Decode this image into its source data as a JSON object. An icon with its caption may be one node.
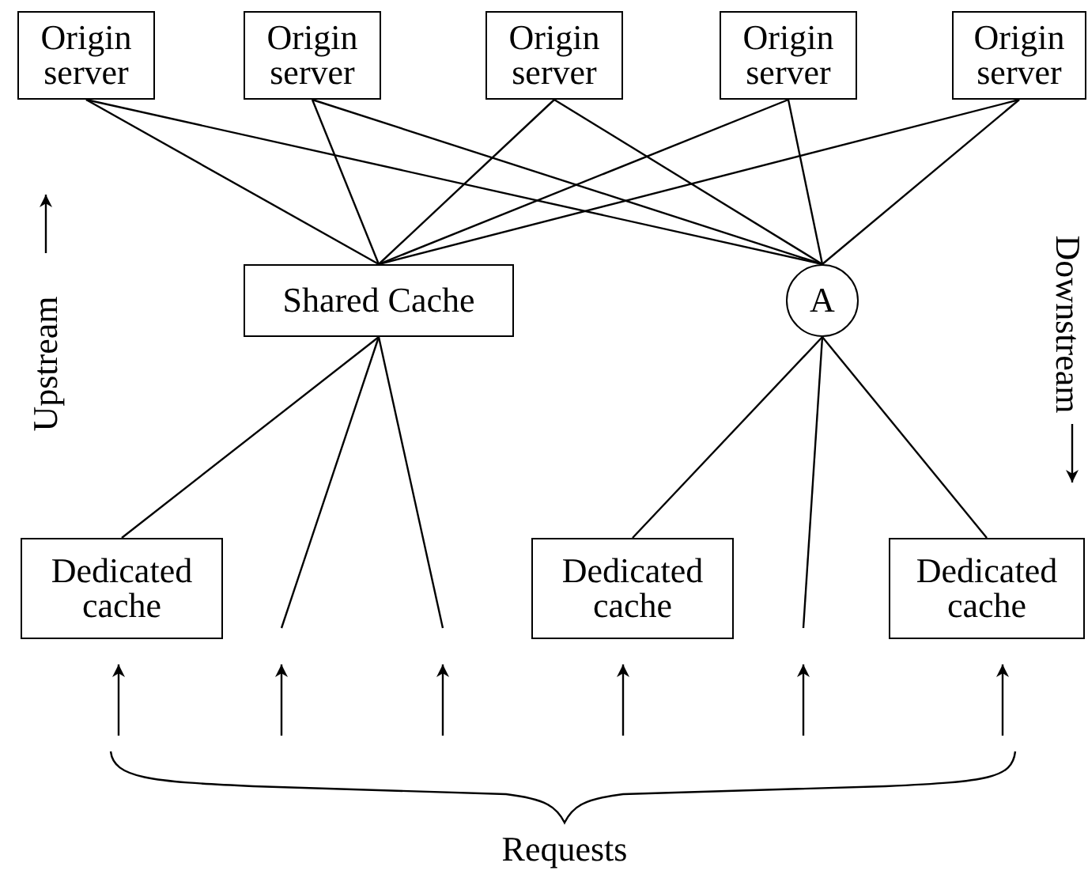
{
  "diagram": {
    "nodes": [
      {
        "text": [
          "Origin server"
        ]
      },
      {
        "text": [
          "Origin server"
        ]
      },
      {
        "text": [
          "Origin server"
        ]
      },
      {
        "text": [
          "Origin server"
        ]
      },
      {
        "text": [
          "Origin server"
        ]
      },
      {
        "text": [
          "Shared Cache"
        ]
      },
      {
        "text": [
          "A"
        ]
      },
      {
        "text": [
          "Dedicated cache"
        ]
      },
      {
        "text": [
          "Dedicated cache"
        ]
      },
      {
        "text": [
          "Dedicated cache"
        ]
      }
    ],
    "edges": [
      {
        "from": 0,
        "to": 5,
        "arrow": "none"
      },
      {
        "from": 0,
        "to": 6,
        "arrow": "none"
      },
      {
        "from": 1,
        "to": 5,
        "arrow": "none"
      },
      {
        "from": 1,
        "to": 6,
        "arrow": "none"
      },
      {
        "from": 2,
        "to": 5,
        "arrow": "none"
      },
      {
        "from": 2,
        "to": 6,
        "arrow": "none"
      },
      {
        "from": 3,
        "to": 5,
        "arrow": "none"
      },
      {
        "from": 3,
        "to": 6,
        "arrow": "none"
      },
      {
        "from": 4,
        "to": 5,
        "arrow": "none"
      },
      {
        "from": 4,
        "to": 6,
        "arrow": "none"
      },
      {
        "from": 5,
        "to": 7,
        "arrow": "none"
      },
      {
        "from": 5,
        "to": null,
        "arrow": "none"
      },
      {
        "from": 5,
        "to": null,
        "arrow": "none"
      },
      {
        "from": 6,
        "to": 8,
        "arrow": "none"
      },
      {
        "from": 6,
        "to": null,
        "arrow": "none"
      },
      {
        "from": 6,
        "to": 9,
        "arrow": "none"
      },
      {
        "from": null,
        "to": 7,
        "arrow": "to"
      },
      {
        "from": null,
        "to": 8,
        "arrow": "to"
      },
      {
        "from": null,
        "to": 9,
        "arrow": "to"
      }
    ],
    "labels": [
      "Upstream",
      "Downstream",
      "Requests"
    ]
  }
}
